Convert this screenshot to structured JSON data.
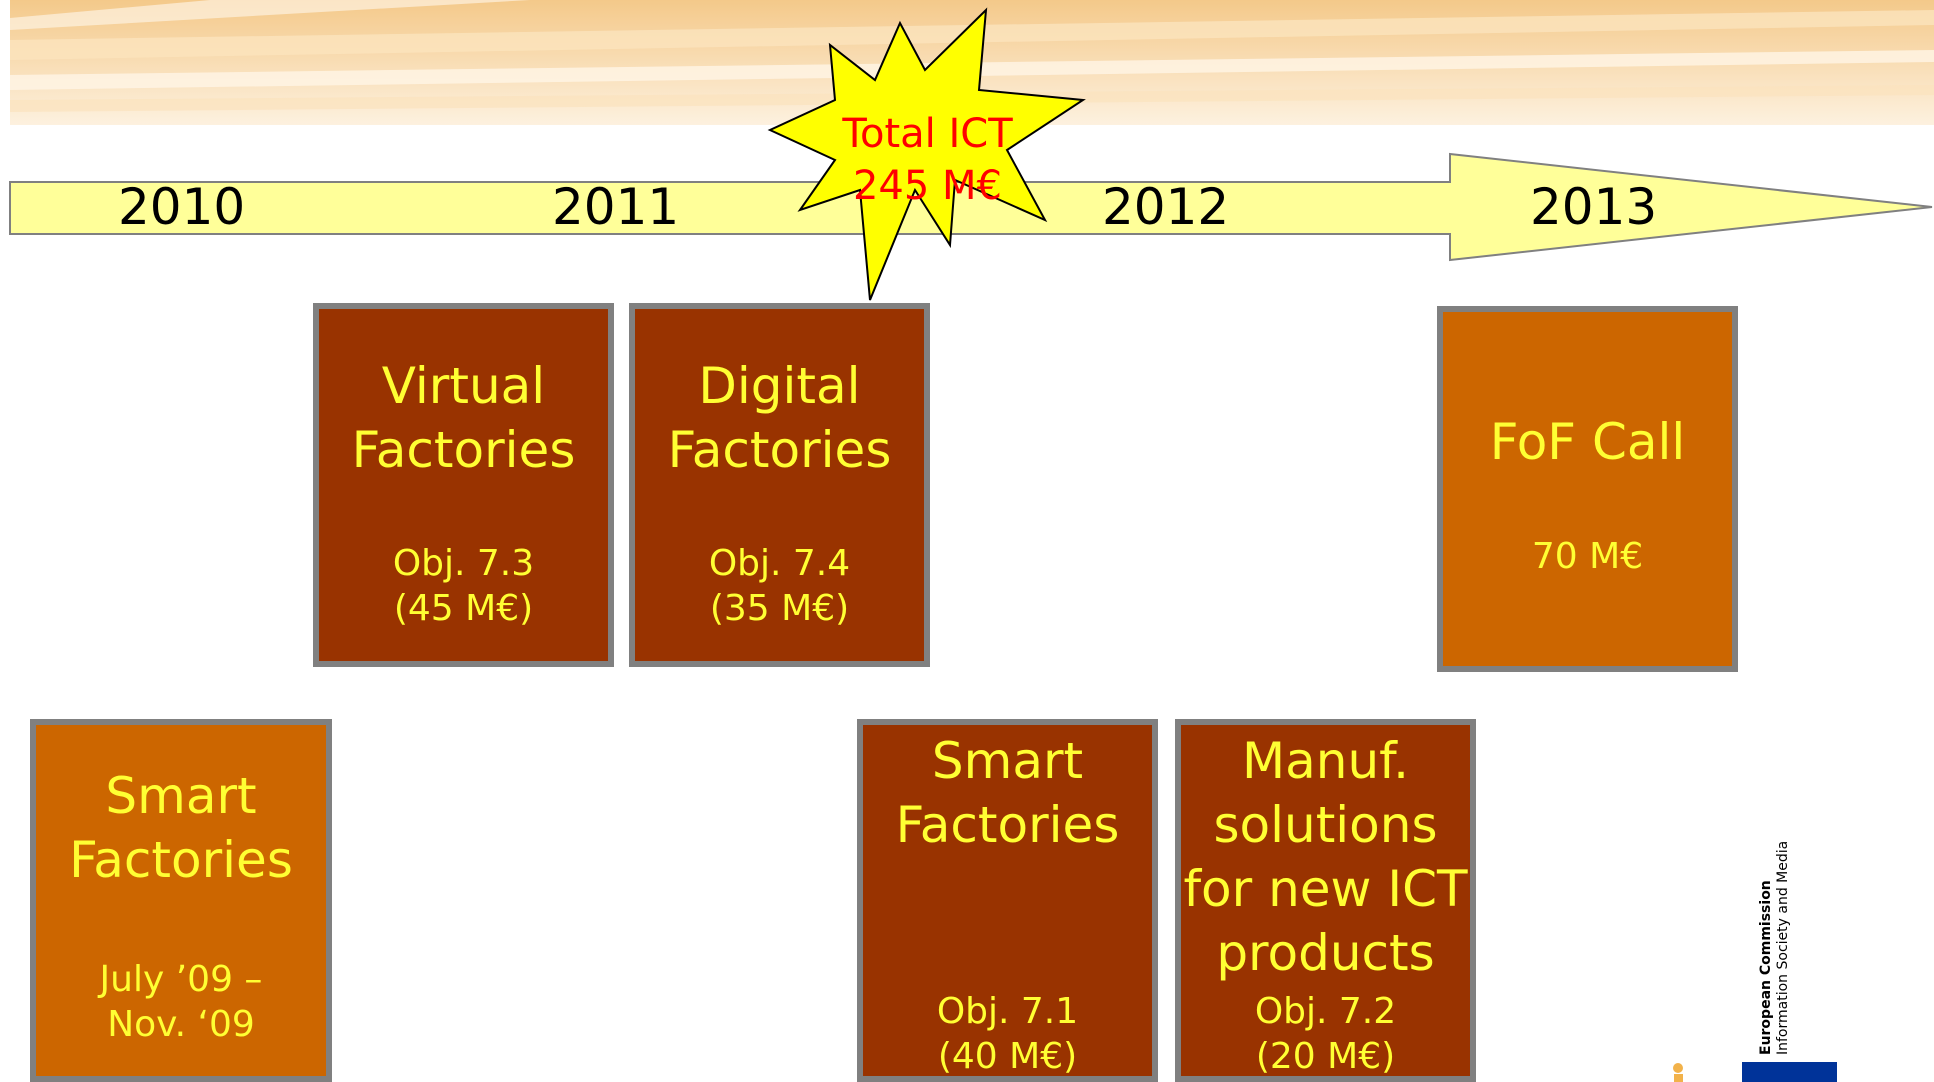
{
  "timeline": {
    "years": [
      "2010",
      "2011",
      "2012",
      "2013"
    ]
  },
  "burst": {
    "line1": "Total ICT",
    "line2": "245 M€"
  },
  "boxes": {
    "virtual": {
      "title1": "Virtual",
      "title2": "Factories",
      "sub1": "Obj. 7.3",
      "sub2": "(45 M€)"
    },
    "digital": {
      "title1": "Digital",
      "title2": "Factories",
      "sub1": "Obj. 7.4",
      "sub2": "(35 M€)"
    },
    "fof": {
      "title1": "FoF Call",
      "sub1": "70 M€"
    },
    "smart2010": {
      "title1": "Smart",
      "title2": "Factories",
      "sub1": "July ’09 –",
      "sub2": "Nov. ‘09"
    },
    "smart2012": {
      "title1": "Smart",
      "title2": "Factories",
      "sub1": "Obj. 7.1",
      "sub2": "(40 M€)"
    },
    "manuf": {
      "title1": "Manuf.",
      "title2": "solutions",
      "title3": "for new ICT",
      "title4": "products",
      "sub1": "Obj. 7.2",
      "sub2": "(20 M€)"
    }
  },
  "logo": {
    "line1": "European Commission",
    "line2": "Information Society and Media"
  },
  "colors": {
    "dark_box": "#993300",
    "light_box": "#cc6600",
    "box_text": "#ffff33",
    "arrow_fill": "#ffff99",
    "burst_fill": "#ffff00",
    "burst_text": "#ff0000"
  }
}
